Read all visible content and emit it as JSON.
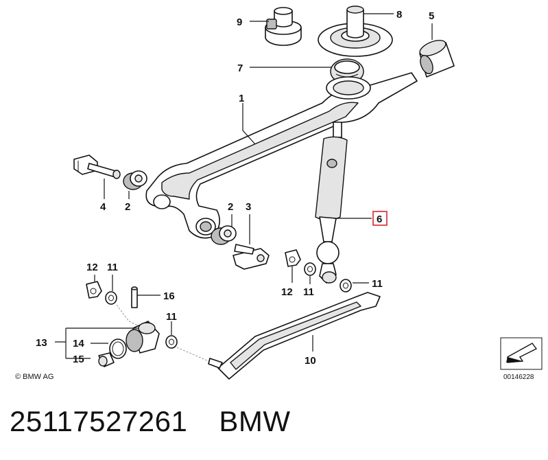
{
  "diagram": {
    "callouts": {
      "c1": "1",
      "c2a": "2",
      "c2b": "2",
      "c3": "3",
      "c4": "4",
      "c5": "5",
      "c6": "6",
      "c7": "7",
      "c8": "8",
      "c9": "9",
      "c10": "10",
      "c11a": "11",
      "c11b": "11",
      "c11c": "11",
      "c11d": "11",
      "c12a": "12",
      "c12b": "12",
      "c13": "13",
      "c14": "14",
      "c15": "15",
      "c16": "16"
    },
    "highlight_color": "#d9232d",
    "copyright": "© BMW AG",
    "reference_number": "00146228"
  },
  "footer": {
    "part_number": "25117527261",
    "brand": "BMW"
  }
}
